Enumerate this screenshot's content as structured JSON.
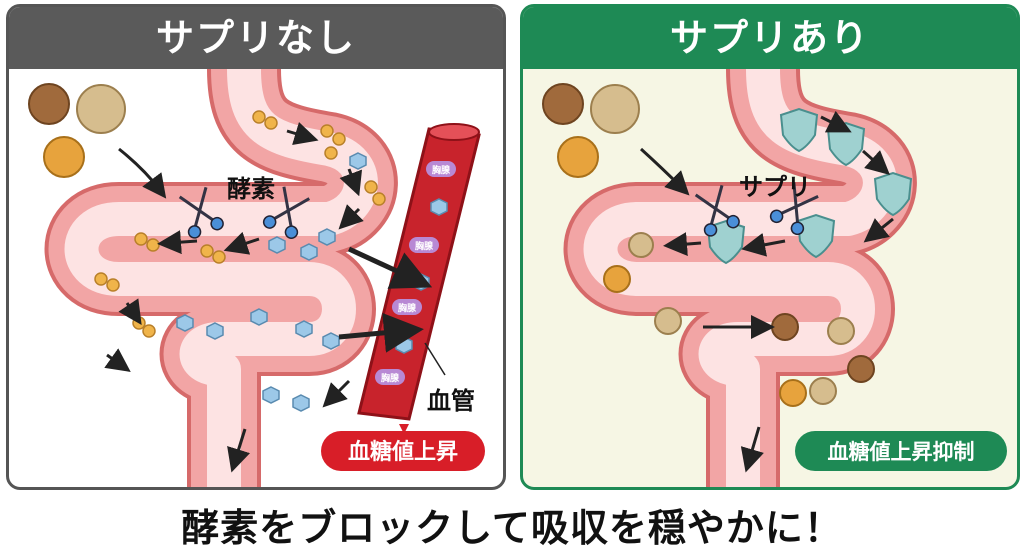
{
  "colors": {
    "left_header": "#5a5a5a",
    "right_header": "#1e8a55",
    "intestine_fill": "#f2a5a5",
    "intestine_stroke": "#d66a6a",
    "vessel_fill": "#c8232c",
    "danger_badge": "#d81e28",
    "success_badge": "#1e8a55",
    "shield": "#9fd1d0",
    "glucose": "#9cc8e8",
    "carb": "#f0b44a"
  },
  "left_panel": {
    "title": "サプリなし",
    "enzyme_label": "酵素",
    "vessel_label": "血管",
    "vessel_tags": [
      "胸腺",
      "胸腺",
      "胸腺",
      "胸腺"
    ],
    "badge": "血糖値上昇",
    "icons": [
      "food-particle-icon",
      "scissors-icon",
      "glucose-hexagon-icon",
      "arrow-icon"
    ]
  },
  "right_panel": {
    "title": "サプリあり",
    "supplement_label": "サプリ",
    "badge": "血糖値上昇抑制",
    "icons": [
      "food-particle-icon",
      "scissors-icon",
      "shield-icon",
      "arrow-icon"
    ]
  },
  "caption": "酵素をブロックして吸収を穏やかに！"
}
